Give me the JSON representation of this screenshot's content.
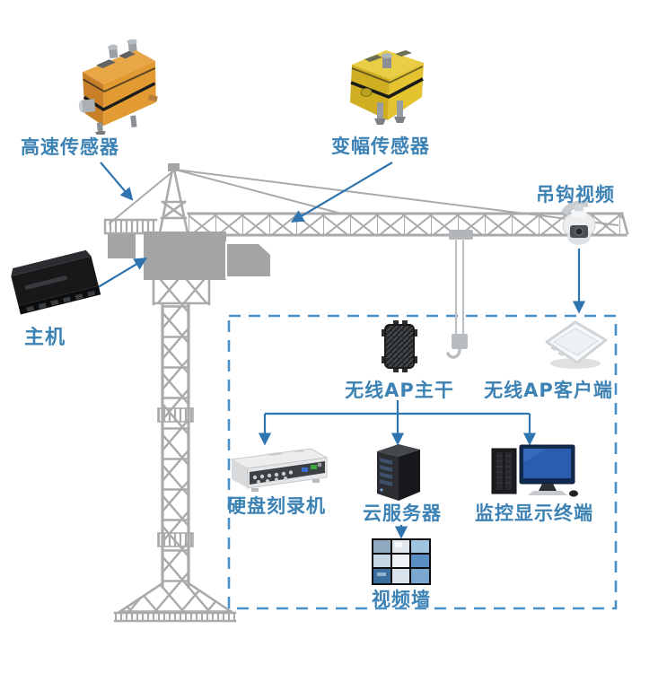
{
  "nodes": {
    "high_speed_sensor": {
      "label": "高速传感器"
    },
    "luffing_sensor": {
      "label": "变幅传感器"
    },
    "hook_video": {
      "label": "吊钩视频"
    },
    "host": {
      "label": "主机"
    },
    "ap_trunk": {
      "label": "无线AP主干"
    },
    "ap_client": {
      "label": "无线AP客户端"
    },
    "hdd_recorder": {
      "label": "硬盘刻录机"
    },
    "cloud_server": {
      "label": "云服务器"
    },
    "monitor_terminal": {
      "label": "监控显示终端"
    },
    "video_wall": {
      "label": "视频墙"
    }
  },
  "icons": {
    "high_speed_sensor": "orange-hoist-sensor-device",
    "luffing_sensor": "yellow-luffing-sensor-device",
    "hook_video": "ptz-dome-camera",
    "host": "black-host-box",
    "ap_trunk": "rugged-wireless-ap-unit",
    "ap_client": "white-outdoor-ap-panel",
    "hdd_recorder": "dvr-recorder-box",
    "cloud_server": "server-tower",
    "monitor_terminal": "desktop-computer",
    "video_wall": "video-wall-grid"
  },
  "connections": [
    {
      "from": "high_speed_sensor",
      "to": "crane-counter-jib",
      "style": "arrow"
    },
    {
      "from": "luffing_sensor",
      "to": "crane-jib",
      "style": "arrow"
    },
    {
      "from": "host",
      "to": "crane-cab",
      "style": "arrow"
    },
    {
      "from": "hook_video",
      "to": "ap_client",
      "style": "arrow"
    },
    {
      "from": "ap_trunk",
      "to": "hdd_recorder",
      "style": "arrow"
    },
    {
      "from": "ap_trunk",
      "to": "cloud_server",
      "style": "arrow"
    },
    {
      "from": "ap_trunk",
      "to": "monitor_terminal",
      "style": "arrow"
    },
    {
      "from": "cloud_server",
      "to": "video_wall",
      "style": "arrow"
    }
  ],
  "colors": {
    "label_text": "#3c82b4",
    "connector_blue": "#2e74ae",
    "dashed_border": "#4a90c8",
    "crane_gray": "#a2a4a6",
    "sensor_orange": "#e29a33",
    "sensor_yellow": "#e3c330",
    "screen_blue": "#2a5cb0"
  }
}
